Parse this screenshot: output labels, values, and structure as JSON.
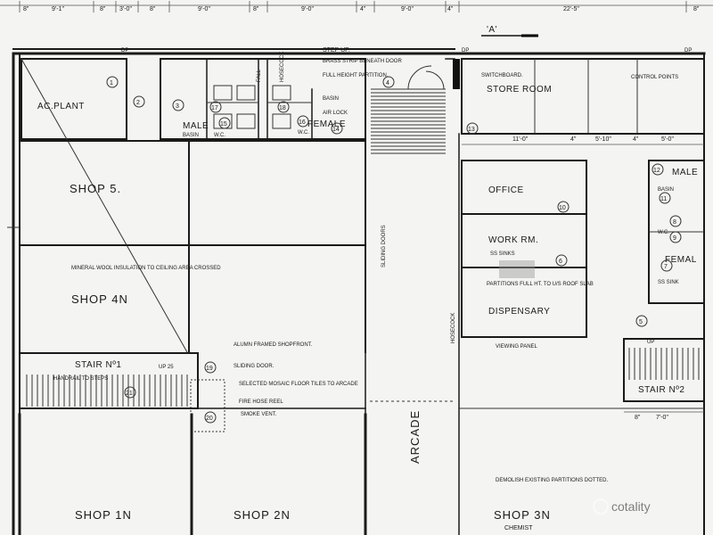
{
  "rooms": {
    "ac_plant": "AC.PLANT",
    "shop5": "SHOP 5.",
    "shop4": "SHOP 4N",
    "shop1": "SHOP 1N",
    "shop2": "SHOP 2N",
    "shop3": "SHOP 3N",
    "chemist": "CHEMIST",
    "store_room": "STORE ROOM",
    "office": "OFFICE",
    "work_rm": "WORK RM.",
    "dispensary": "DISPENSARY",
    "stair1": "STAIR Nº1",
    "stair2": "STAIR Nº2",
    "arcade": "ARCADE",
    "male_left": "MALE",
    "female_left": "FEMALE",
    "male_right": "MALE",
    "female_right": "FEMAL"
  },
  "notes": {
    "step_up": "STEP UP.",
    "brass_strip": "BRASS STRIP BENEATH DOOR",
    "full_height": "FULL HEIGHT PARTITION.",
    "switchboard": "SWITCHBOARD.",
    "control": "CONTROL POINTS",
    "mineral_wool": "MINERAL WOOL INSULATION TO CEILING AREA CROSSED",
    "alumn_framed": "ALUMN FRAMED SHOPFRONT.",
    "sliding_door": "SLIDING DOOR.",
    "sliding_doors_vert": "SLIDING DOORS",
    "mosaic": "SELECTED MOSAIC FLOOR TILES TO ARCADE",
    "fire_hose": "FIRE HOSE REEL",
    "smoke_vent": "SMOKE VENT.",
    "hosecock": "HOSECOCK",
    "ss_sinks": "SS SINKS",
    "partitions": "PARTITIONS FULL HT. TO U/S ROOF SLAB",
    "viewing_panel": "VIEWING PANEL",
    "demolish": "DEMOLISH EXISTING PARTITIONS DOTTED.",
    "air_lock": "AIR LOCK",
    "basin": "BASIN",
    "wc": "W.C.",
    "up": "UP",
    "ss_sink": "SS SINK",
    "dp": "DP",
    "handrail": "HANDRAIL TO STEPS",
    "up25": "UP 25",
    "fall": "FALL",
    "section_mark": "'A'"
  },
  "dimensions": {
    "top": [
      "8\"",
      "9'-1\"",
      "8\"",
      "3'-0\"",
      "8\"",
      "9'-0\"",
      "8\"",
      "9'-0\"",
      "4\"",
      "9'-0\"",
      "4\"",
      "22'-5\"",
      "8\""
    ],
    "mid": [
      "11'-0\"",
      "4\"",
      "5'-10\"",
      "4\"",
      "5'-0\""
    ],
    "stair": [
      "8\"",
      "7'-0\""
    ]
  },
  "door_numbers": [
    "1",
    "2",
    "3",
    "4",
    "5",
    "6",
    "7",
    "8",
    "9",
    "10",
    "11",
    "12",
    "13",
    "14",
    "15",
    "16",
    "17",
    "18",
    "19",
    "20",
    "21"
  ],
  "watermark": "cotality"
}
